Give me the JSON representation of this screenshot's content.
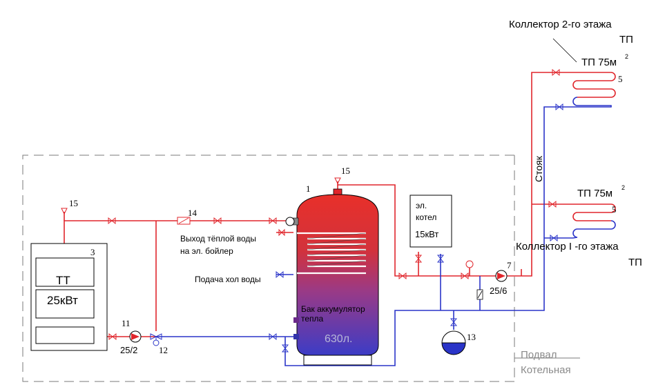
{
  "labels": {
    "collector2_title": "Коллектор 2-го этажа",
    "collector2_tp": "ТП",
    "tp_floor2": "ТП 75м",
    "tp_floor1": "ТП 75м",
    "superscript": "2",
    "riser": "Стояк",
    "collector1_title": "Коллектор Ӏ -го этажа",
    "collector1_tp": "ТП",
    "boiler_name": "ТТ",
    "boiler_power": "25кВт",
    "el_boiler_line1": "эл.",
    "el_boiler_line2": "котел",
    "el_boiler_power": "15кВт",
    "warm_water_out_line1": "Выход тёплой воды",
    "warm_water_out_line2": "на эл. бойлер",
    "cold_water_in": "Подача хол воды",
    "tank_line1": "Бак аккумулятор",
    "tank_line2": "тепла",
    "tank_volume": "630л.",
    "basement": "Подвал",
    "boiler_room": "Котельная",
    "pump11_model": "25/2",
    "pump7_model": "25/6"
  },
  "numbers": {
    "n1": "1",
    "n3": "3",
    "n5a": "5",
    "n5b": "5",
    "n7": "7",
    "n11": "11",
    "n12": "12",
    "n13": "13",
    "n14": "14",
    "n15a": "15",
    "n15b": "15"
  },
  "colors": {
    "hot_line": "#e0252b",
    "cold_line": "#2a34c8",
    "boundary": "#7a7a7a"
  }
}
